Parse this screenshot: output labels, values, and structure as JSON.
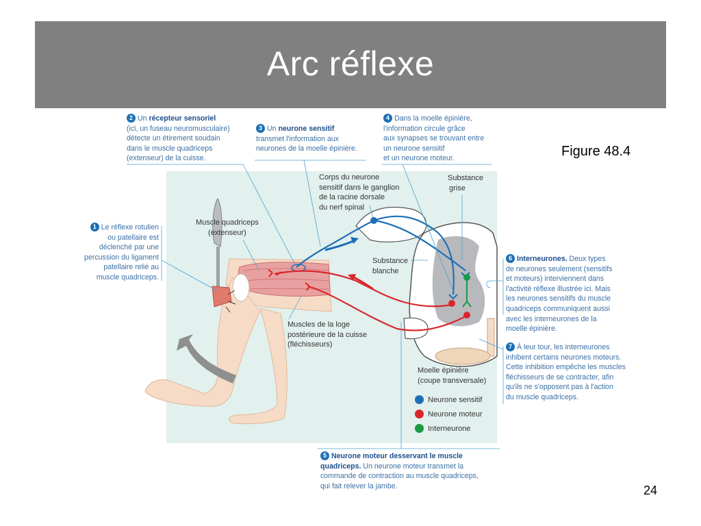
{
  "slide": {
    "title": "Arc réflexe",
    "figure_label": "Figure 48.4",
    "page_number": "24"
  },
  "colors": {
    "title_bar": "#808080",
    "sensory": "#1d6fb5",
    "motor": "#d9262b",
    "interneuron": "#1a9a45",
    "caption_text": "#3a6fa5",
    "panel_bg": "#e2f0ee"
  },
  "captions": {
    "c1": {
      "num": "1",
      "lines": [
        "Le réflexe rotulien",
        "ou patellaire est",
        "déclenché par une",
        "percussion du ligament",
        "patellaire relié au",
        "muscle quadriceps."
      ]
    },
    "c2": {
      "num": "2",
      "lead": "Un",
      "bold": "récepteur sensoriel",
      "lines": [
        "(ici, un fuseau neuromusculaire)",
        "détecte un étirement soudain",
        "dans le muscle quadriceps",
        "(extenseur) de la cuisse."
      ]
    },
    "c3": {
      "num": "3",
      "lead": "Un",
      "bold": "neurone sensitif",
      "lines": [
        "transmet l'information aux",
        "neurones de la moelle épinière."
      ]
    },
    "c4": {
      "num": "4",
      "first": "Dans la moelle épinière,",
      "lines": [
        "l'information circule grâce",
        "aux synapses se trouvant entre",
        "un neurone sensitif",
        "et un neurone moteur."
      ]
    },
    "c5": {
      "num": "5",
      "bold1": "Neurone moteur desservant le muscle",
      "bold2": "quadriceps.",
      "rest": "Un neurone moteur transmet la",
      "lines": [
        "commande de contraction au muscle quadriceps,",
        "qui fait relever la jambe."
      ]
    },
    "c6": {
      "num": "6",
      "bold": "Interneurones.",
      "rest": "Deux types",
      "lines": [
        "de neurones seulement (sensitifs",
        "et moteurs) interviennent dans",
        "l'activité réflexe illustrée ici. Mais",
        "les neurones sensitifs du muscle",
        "quadriceps communiquent aussi",
        "avec les interneurones de la",
        "moelle épinière."
      ]
    },
    "c7": {
      "num": "7",
      "first": "À leur tour, les interneurones",
      "lines": [
        "inhibent certains neurones moteurs.",
        "Cette inhibition empêche les muscles",
        "fléchisseurs de se contracter, afin",
        "qu'ils ne s'opposent pas à l'action",
        "du muscle quadriceps."
      ]
    }
  },
  "labels": {
    "corps": [
      "Corps du neurone",
      "sensitif dans le ganglion",
      "de la racine dorsale",
      "du nerf spinal"
    ],
    "substance_grise": [
      "Substance",
      "grise"
    ],
    "muscle_quadriceps": [
      "Muscle quadriceps",
      "(extenseur)"
    ],
    "substance_blanche": [
      "Substance",
      "blanche"
    ],
    "muscles_loge": [
      "Muscles de la loge",
      "postérieure de la cuisse",
      "(fléchisseurs)"
    ],
    "moelle": [
      "Moelle épinière",
      "(coupe transversale)"
    ]
  },
  "legend": [
    {
      "label": "Neurone sensitif",
      "color": "#1d6fb5"
    },
    {
      "label": "Neurone moteur",
      "color": "#d9262b"
    },
    {
      "label": "Interneurone",
      "color": "#1a9a45"
    }
  ]
}
